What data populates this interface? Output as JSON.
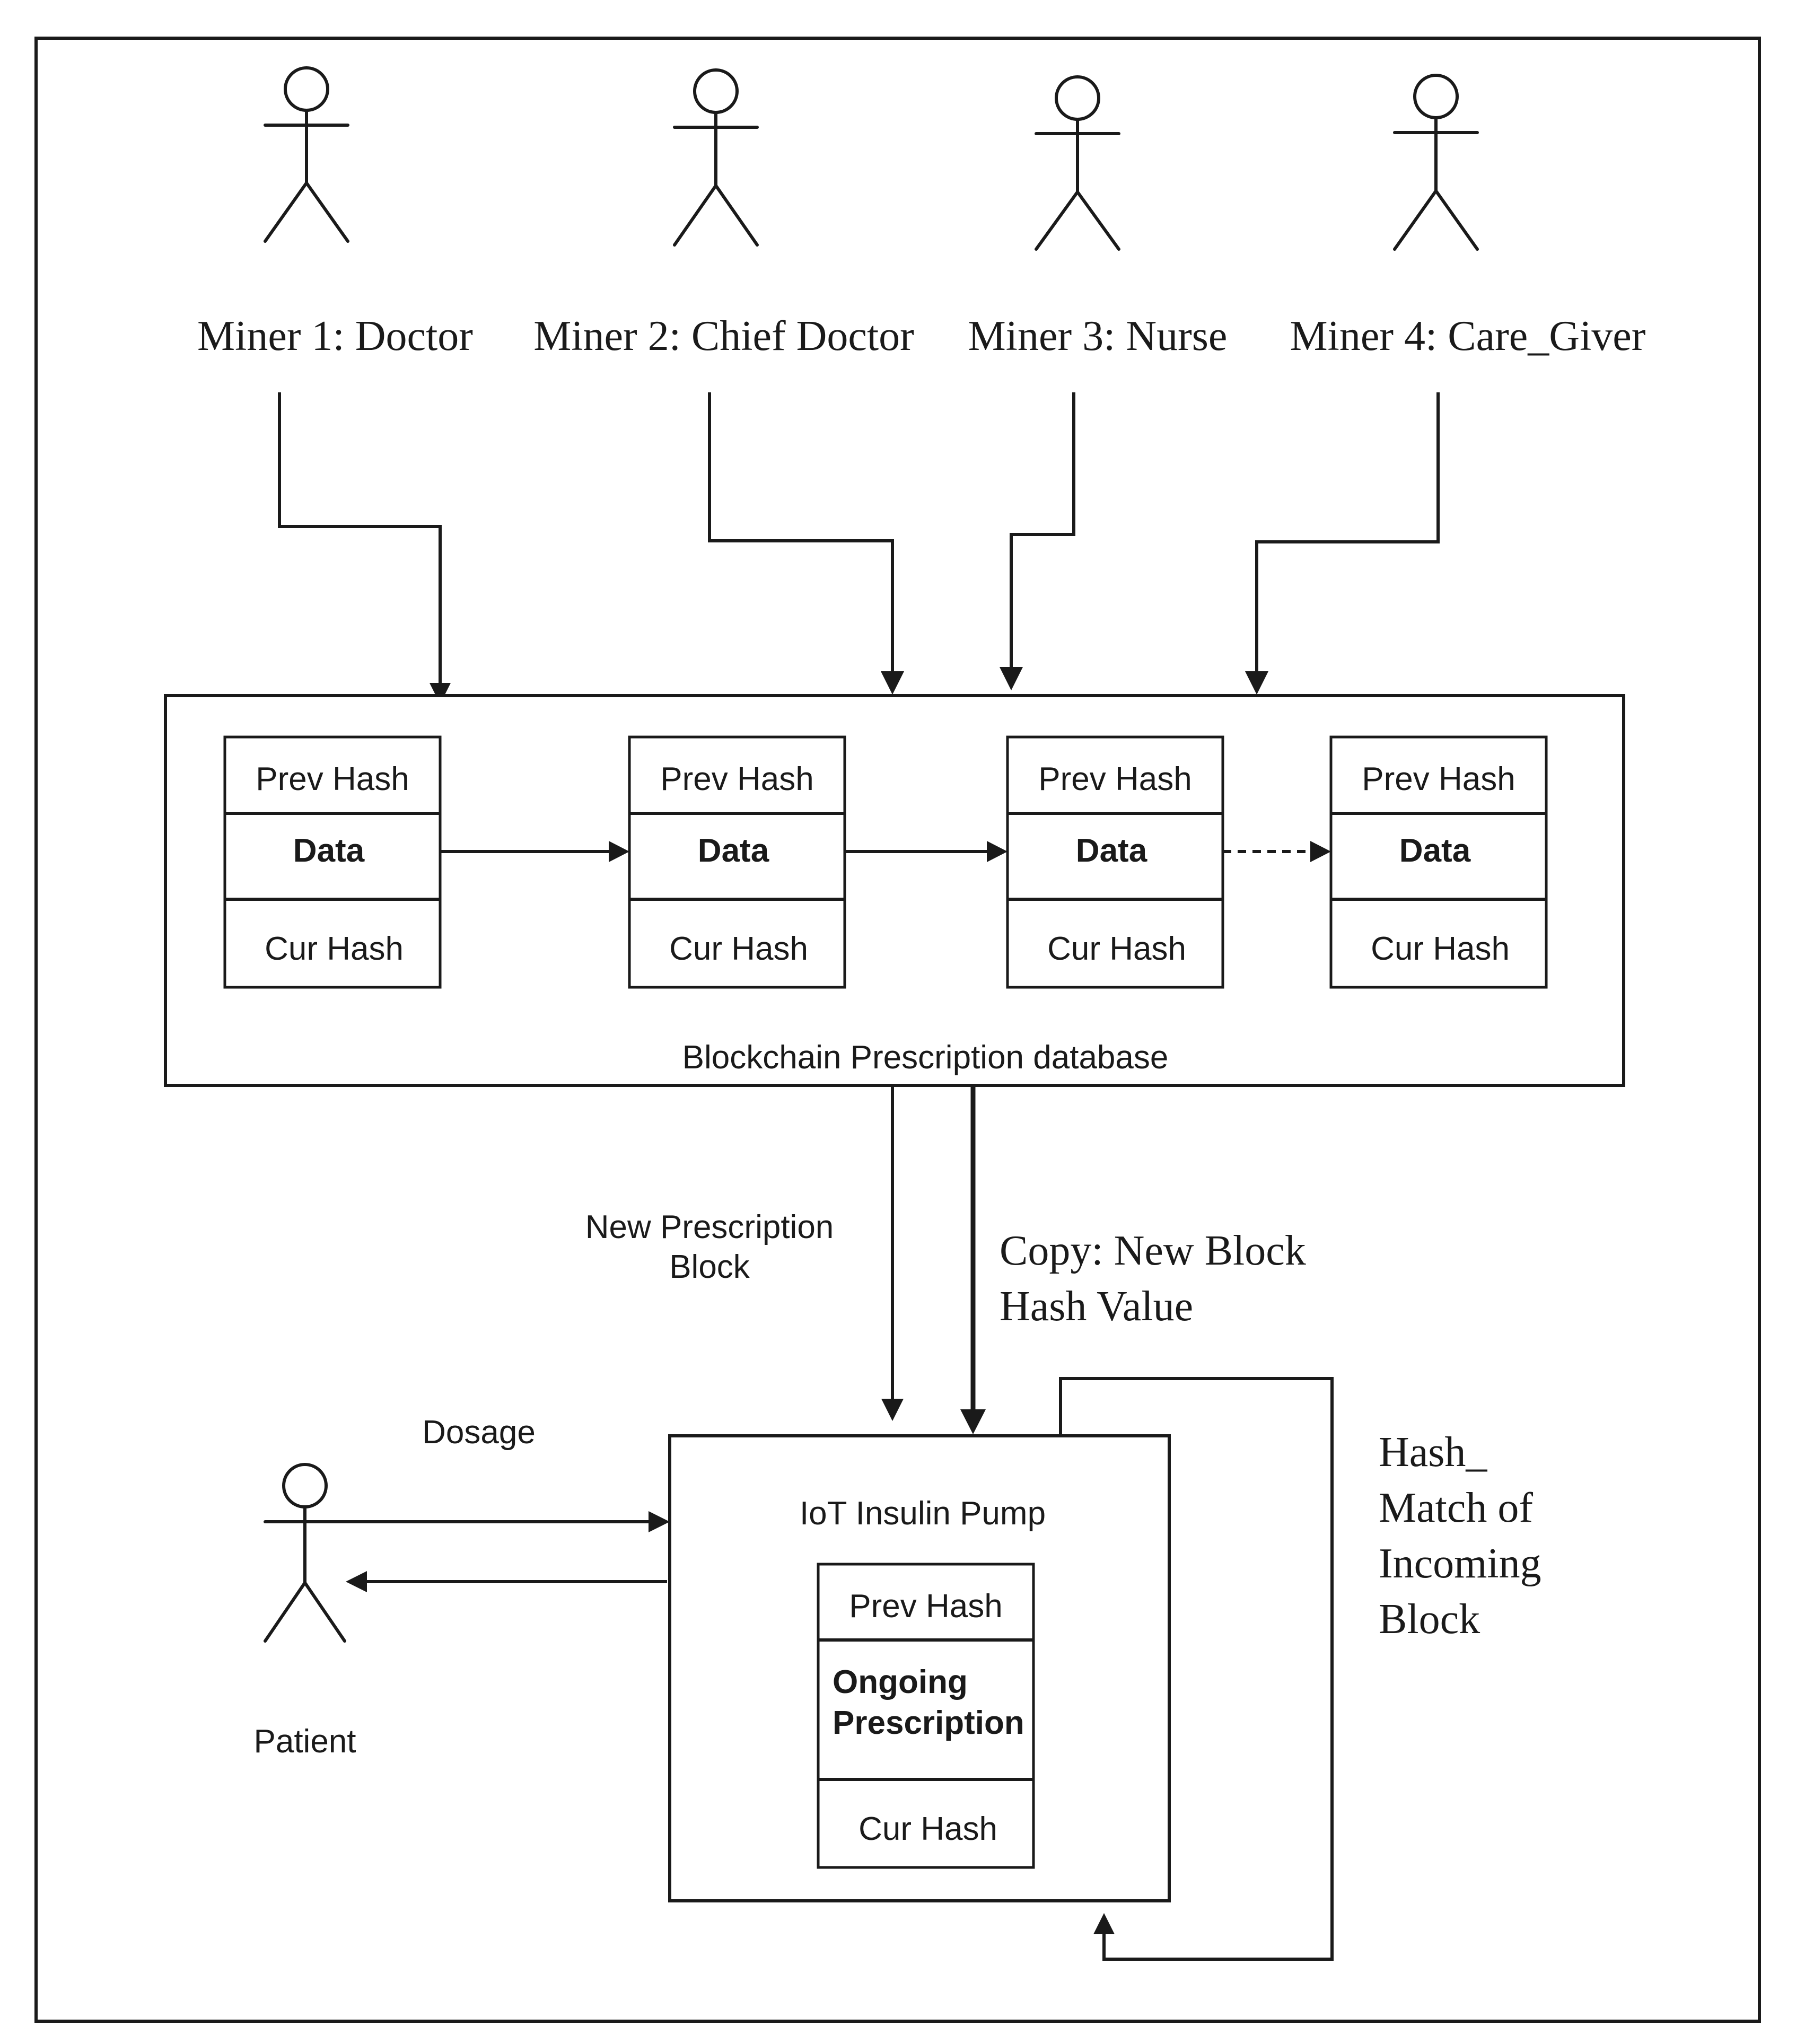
{
  "actors": {
    "miners": [
      {
        "label": "Miner 1: Doctor"
      },
      {
        "label": "Miner 2: Chief Doctor"
      },
      {
        "label": "Miner 3: Nurse"
      },
      {
        "label": "Miner 4: Care_Giver"
      }
    ],
    "patient": {
      "label": "Patient"
    }
  },
  "blockchain": {
    "caption": "Blockchain Prescription database",
    "blocks": [
      {
        "prev": "Prev Hash",
        "data": "Data",
        "cur": "Cur Hash"
      },
      {
        "prev": "Prev Hash",
        "data": "Data",
        "cur": "Cur Hash"
      },
      {
        "prev": "Prev Hash",
        "data": "Data",
        "cur": "Cur Hash"
      },
      {
        "prev": "Prev Hash",
        "data": "Data",
        "cur": "Cur Hash"
      }
    ]
  },
  "flows": {
    "new_prescription": [
      "New Prescription",
      "Block"
    ],
    "copy_hash": [
      "Copy: New Block",
      "Hash Value"
    ],
    "dosage": "Dosage",
    "hash_match": [
      "Hash_",
      "Match of",
      "Incoming",
      "Block"
    ]
  },
  "pump": {
    "title": "IoT Insulin Pump",
    "block": {
      "prev": "Prev Hash",
      "data": [
        "Ongoing",
        "Prescription"
      ],
      "cur": "Cur Hash"
    }
  }
}
